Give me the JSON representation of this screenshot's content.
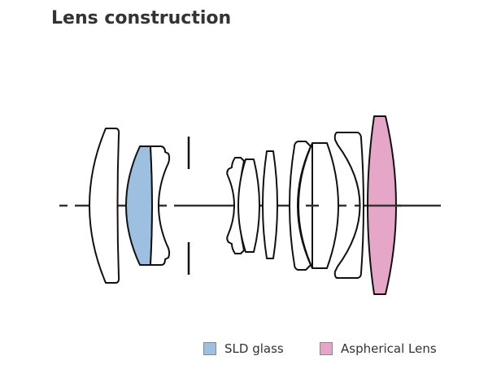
{
  "title": "Lens construction",
  "legend": [
    {
      "label": "SLD glass",
      "color": "#9dbfe0"
    },
    {
      "label": "Aspherical Lens",
      "color": "#e5a6c8"
    }
  ]
}
